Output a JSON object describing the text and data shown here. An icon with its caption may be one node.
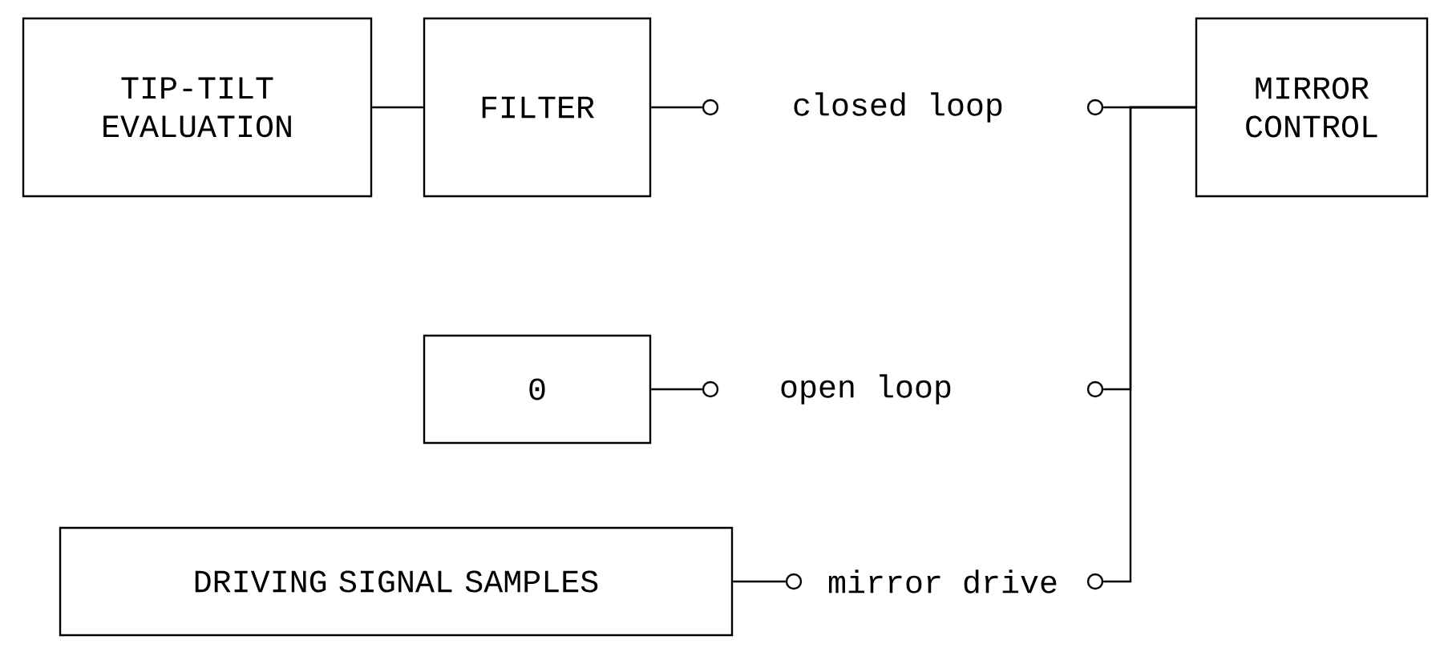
{
  "diagram": {
    "nodes": [
      {
        "text": [
          "TIP-TILT EVALUATION"
        ]
      },
      {
        "text": [
          "FILTER"
        ]
      },
      {
        "text": [
          "MIRROR CONTROL"
        ]
      },
      {
        "text": [
          "0"
        ]
      },
      {
        "text": [
          "DRIVING SIGNAL SAMPLES"
        ]
      },
      {
        "text": [],
        "shape": "circle"
      },
      {
        "text": [],
        "shape": "circle"
      },
      {
        "text": [],
        "shape": "circle"
      },
      {
        "text": [],
        "shape": "circle"
      },
      {
        "text": [],
        "shape": "circle"
      },
      {
        "text": [],
        "shape": "circle"
      }
    ],
    "edges": [
      {
        "from": 0,
        "to": 1,
        "arrow": "none"
      },
      {
        "from": 1,
        "to": 5,
        "arrow": "none"
      },
      {
        "from": 6,
        "to": 2,
        "arrow": "none"
      },
      {
        "from": 3,
        "to": 7,
        "arrow": "none"
      },
      {
        "from": 8,
        "to": 2,
        "arrow": "none"
      },
      {
        "from": 4,
        "to": 9,
        "arrow": "none"
      },
      {
        "from": 10,
        "to": 2,
        "arrow": "none"
      }
    ],
    "labels": [
      "closed loop",
      "open loop",
      "mirror drive"
    ]
  }
}
